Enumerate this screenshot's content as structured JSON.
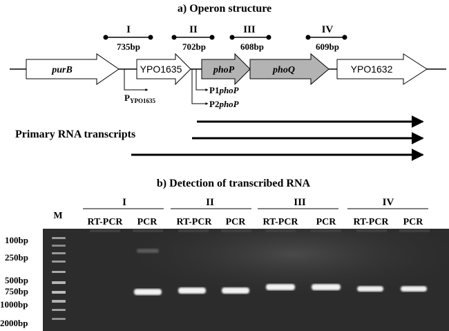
{
  "panel_a": {
    "title": "a) Operon structure",
    "regions": [
      {
        "numeral": "I",
        "size": "735bp"
      },
      {
        "numeral": "II",
        "size": "702bp"
      },
      {
        "numeral": "III",
        "size": "608bp"
      },
      {
        "numeral": "IV",
        "size": "609bp"
      }
    ],
    "genes": [
      "purB",
      "YPO1635",
      "phoP",
      "phoQ",
      "YPO1632"
    ],
    "promoters": [
      {
        "prefix": "P",
        "sub": "YPO1635"
      },
      {
        "prefix": "P1",
        "italic": "phoP"
      },
      {
        "prefix": "P2",
        "italic": "phoP"
      }
    ],
    "transcripts_label": "Primary RNA transcripts",
    "transcript_count": 3
  },
  "panel_b": {
    "title": "b) Detection of transcribed RNA",
    "marker_label": "M",
    "ladder": [
      "100bp",
      "250bp",
      "500bp",
      "750bp",
      "1000bp",
      "2000bp"
    ],
    "groups": [
      {
        "numeral": "I",
        "lanes": [
          "RT-PCR",
          "PCR"
        ]
      },
      {
        "numeral": "II",
        "lanes": [
          "RT-PCR",
          "PCR"
        ]
      },
      {
        "numeral": "III",
        "lanes": [
          "RT-PCR",
          "PCR"
        ]
      },
      {
        "numeral": "IV",
        "lanes": [
          "RT-PCR",
          "PCR"
        ]
      }
    ]
  },
  "colors": {
    "gel_background": "#2c2c2c",
    "band": "#f2f2f2",
    "highlight_gene": "#b3b3b3"
  }
}
